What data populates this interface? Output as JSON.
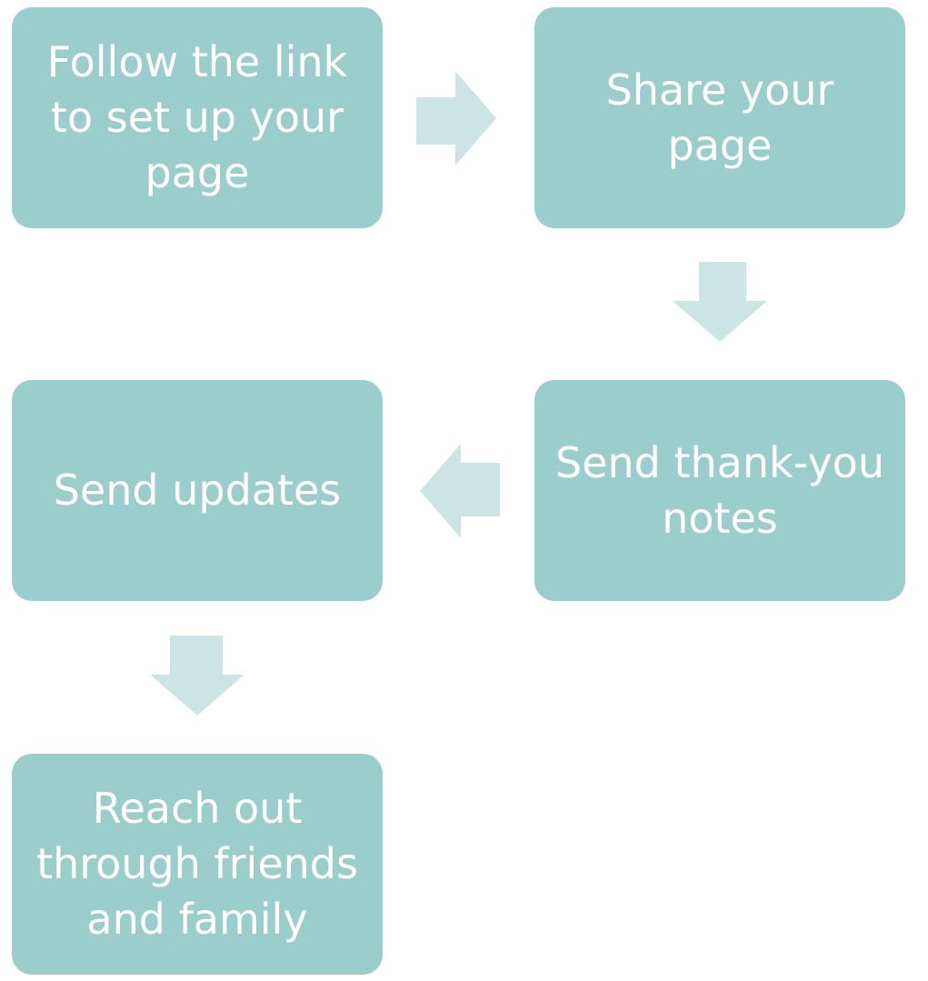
{
  "flow": {
    "steps": [
      {
        "label": "Follow the link\nto set up your\npage"
      },
      {
        "label": "Share your\npage"
      },
      {
        "label": "Send thank-you\nnotes"
      },
      {
        "label": "Send updates"
      },
      {
        "label": "Reach out\nthrough friends\nand family"
      }
    ]
  },
  "colors": {
    "box_fill": "#9ccdcd",
    "arrow_fill": "#cde4e4",
    "text": "#ffffff"
  }
}
